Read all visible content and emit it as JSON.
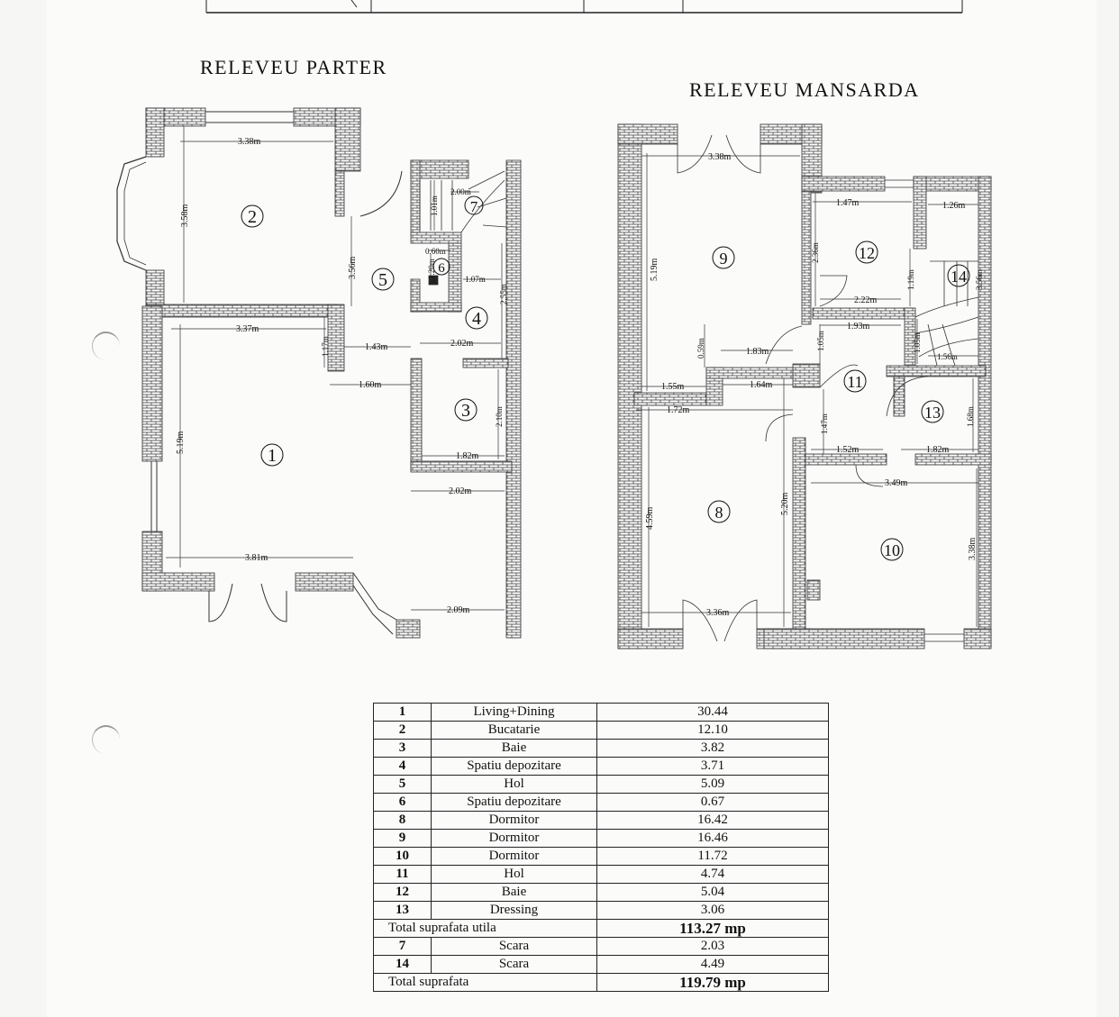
{
  "titles": {
    "ground_floor": "RELEVEU  PARTER",
    "attic": "RELEVEU  MANSARDA"
  },
  "ground_floor": {
    "room_numbers": [
      "1",
      "2",
      "3",
      "4",
      "5",
      "6",
      "7"
    ],
    "dimensions": [
      "3.38m",
      "3.58m",
      "3.56m",
      "2.00m",
      "1.01m",
      "0.60m",
      "1.20m",
      "1.07m",
      "2.55m",
      "3.37m",
      "1.17m",
      "1.43m",
      "2.02m",
      "1.60m",
      "2.10m",
      "5.19m",
      "1.82m",
      "2.02m",
      "3.81m",
      "2.09m"
    ]
  },
  "attic": {
    "room_numbers": [
      "9",
      "12",
      "14",
      "11",
      "13",
      "8",
      "10"
    ],
    "dimensions": [
      "3.38m",
      "1.47m",
      "1.26m",
      "5.19m",
      "2.36m",
      "1.19m",
      "3.56m",
      "2.22m",
      "1.93m",
      "1.05m",
      "1.05m",
      "0.59m",
      "1.83m",
      "1.56m",
      "1.55m",
      "1.64m",
      "1.72m",
      "1.47m",
      "1.68m",
      "1.52m",
      "1.82m",
      "3.49m",
      "4.59m",
      "5.20m",
      "3.38m",
      "3.36m"
    ]
  },
  "area_table": {
    "rows": [
      {
        "num": "1",
        "name": "Living+Dining",
        "value": "30.44"
      },
      {
        "num": "2",
        "name": "Bucatarie",
        "value": "12.10"
      },
      {
        "num": "3",
        "name": "Baie",
        "value": "3.82"
      },
      {
        "num": "4",
        "name": "Spatiu depozitare",
        "value": "3.71"
      },
      {
        "num": "5",
        "name": "Hol",
        "value": "5.09"
      },
      {
        "num": "6",
        "name": "Spatiu depozitare",
        "value": "0.67"
      },
      {
        "num": "8",
        "name": "Dormitor",
        "value": "16.42"
      },
      {
        "num": "9",
        "name": "Dormitor",
        "value": "16.46"
      },
      {
        "num": "10",
        "name": "Dormitor",
        "value": "11.72"
      },
      {
        "num": "11",
        "name": "Hol",
        "value": "4.74"
      },
      {
        "num": "12",
        "name": "Baie",
        "value": "5.04"
      },
      {
        "num": "13",
        "name": "Dressing",
        "value": "3.06"
      }
    ],
    "total_usable_label": "Total suprafata  utila",
    "total_usable_value": "113.27 mp",
    "stairs": [
      {
        "num": "7",
        "name": "Scara",
        "value": "2.03"
      },
      {
        "num": "14",
        "name": "Scara",
        "value": "4.49"
      }
    ],
    "total_label": "Total suprafata",
    "total_value": "119.79 mp"
  }
}
